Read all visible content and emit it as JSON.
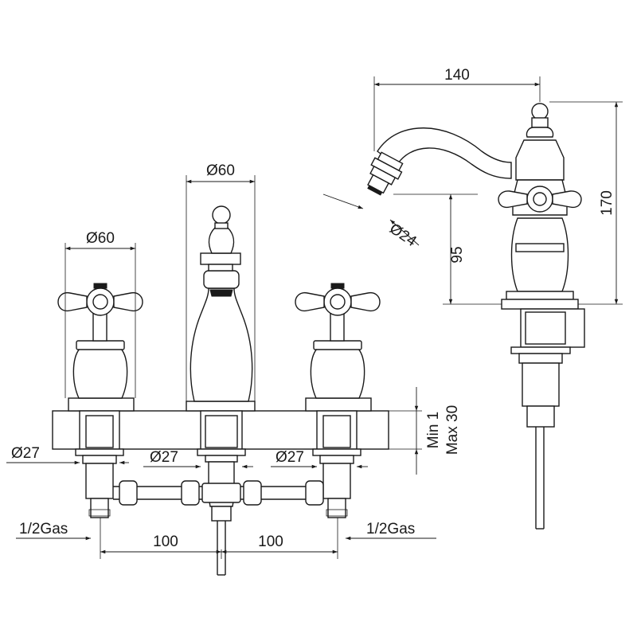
{
  "drawing": {
    "dims": {
      "width_total": "140",
      "height_total": "170",
      "spout_height": "95",
      "aerator_dia": "Ø24",
      "spout_body_dia": "Ø60",
      "handle_body_dia": "Ø60",
      "handle_hole_left": "Ø27",
      "center_hole": "Ø27",
      "handle_hole_right": "Ø27",
      "thread_left": "1/2Gas",
      "thread_right": "1/2Gas",
      "spacing_left": "100",
      "spacing_right": "100",
      "deck_min": "Min 1",
      "deck_max": "Max 30"
    }
  }
}
